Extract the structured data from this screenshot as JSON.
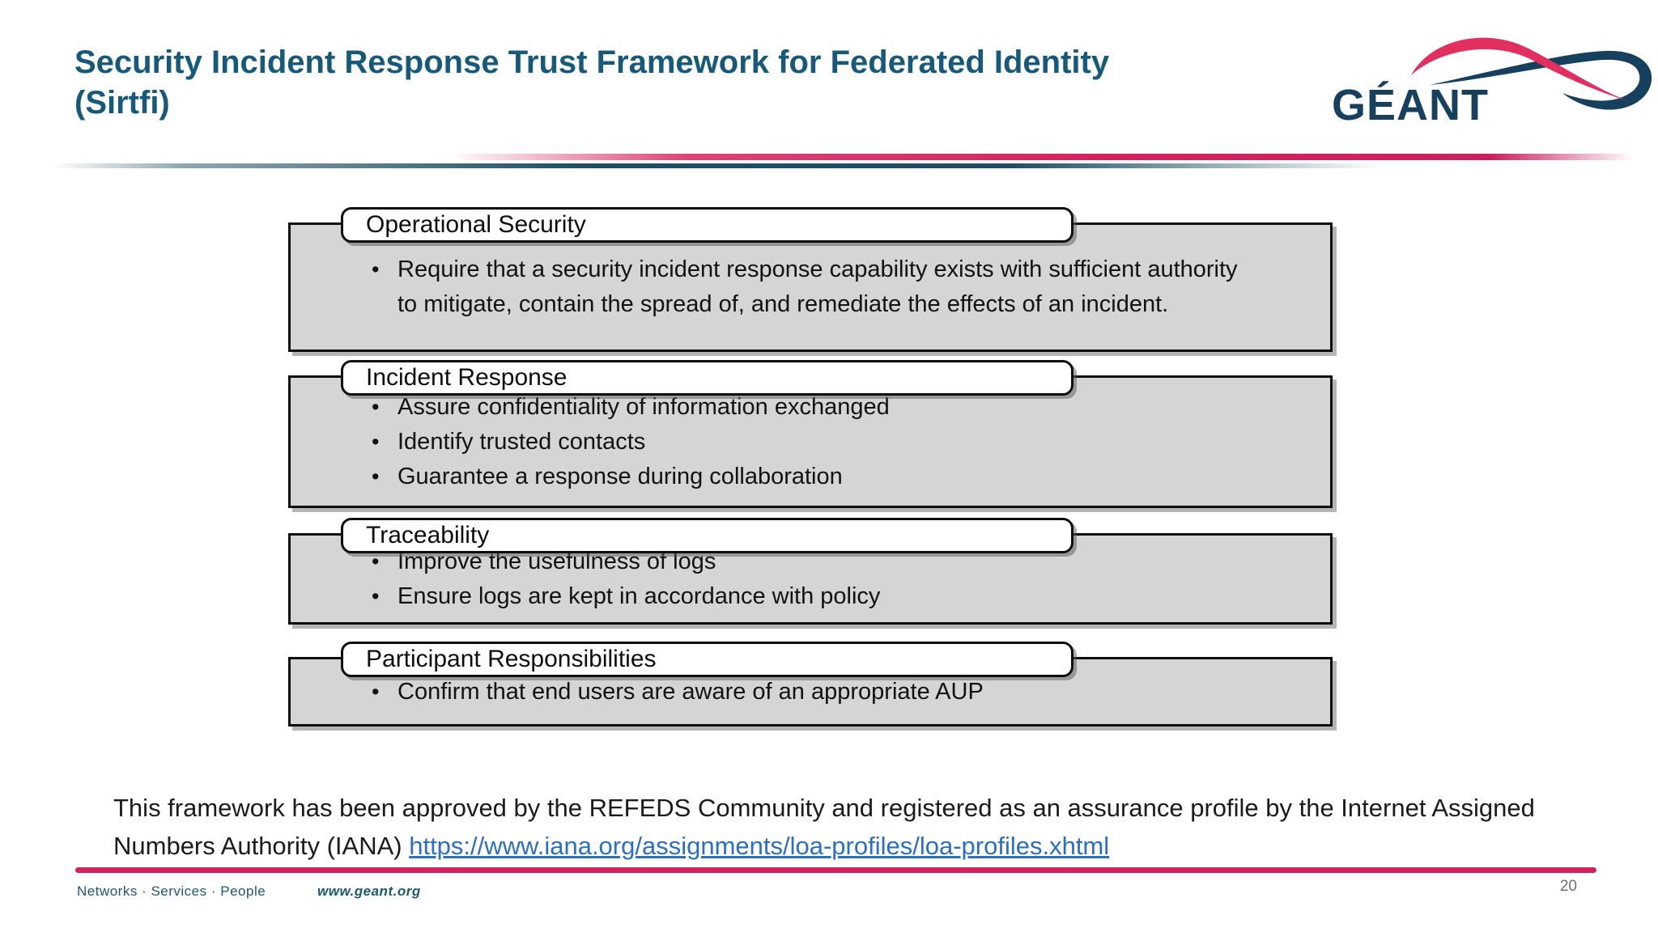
{
  "slide": {
    "title_line1": "Security Incident Response Trust Framework for Federated Identity",
    "title_line2": "(Sirtfi)"
  },
  "logo": {
    "wordmark": "GÉANT",
    "swoosh_icon": "geant-ribbon-swoosh"
  },
  "sections": [
    {
      "heading": "Operational Security",
      "bullets": [
        "Require that a security incident response capability exists with sufficient authority to mitigate, contain the spread of, and remediate the effects of an incident."
      ]
    },
    {
      "heading": "Incident Response",
      "bullets": [
        "Assure confidentiality of information exchanged",
        "Identify trusted contacts",
        "Guarantee a response during collaboration"
      ]
    },
    {
      "heading": "Traceability",
      "bullets": [
        "Improve the usefulness of logs",
        "Ensure logs are kept in accordance with policy"
      ]
    },
    {
      "heading": "Participant Responsibilities",
      "bullets": [
        "Confirm that end users are aware of an appropriate AUP"
      ]
    }
  ],
  "note": {
    "text": "This framework has been approved by the REFEDS Community and registered as an assurance profile by the Internet Assigned Numbers Authority (IANA) ",
    "link_text": "https://www.iana.org/assignments/loa-profiles/loa-profiles.xhtml"
  },
  "footer": {
    "tagline": "Networks · Services · People",
    "website": "www.geant.org",
    "page_number": "20"
  },
  "colors": {
    "title_teal": "#16597b",
    "accent_pink": "#d1245f",
    "divider_teal": "#1d4e63",
    "link_blue": "#2b6fc2",
    "box_fill": "#d5d5d5",
    "box_border": "#0e0e0e",
    "logo_navy": "#16405e",
    "logo_pink": "#e13060",
    "footer_teal": "#1b5874",
    "page_number_gray": "#6f6f6f"
  }
}
